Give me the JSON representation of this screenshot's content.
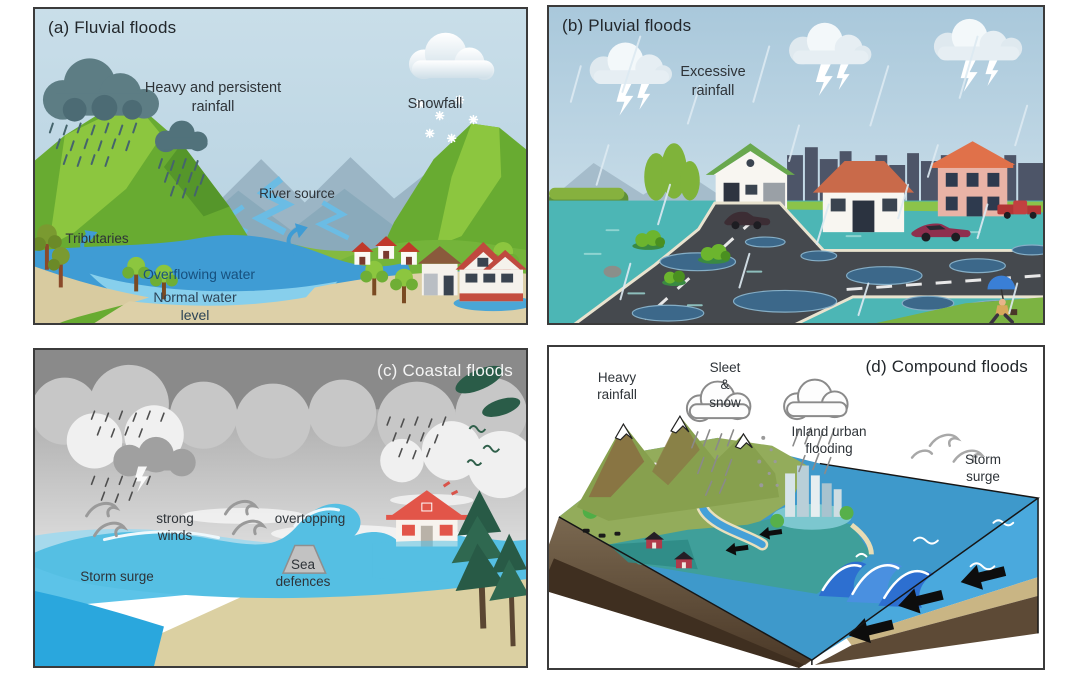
{
  "figure": {
    "type": "four-panel flood types illustration",
    "panels": [
      {
        "id": "a",
        "title": "(a) Fluvial floods",
        "labels": {
          "heavy_rainfall": "Heavy and persistent rainfall",
          "snowfall": "Snowfall",
          "river_source": "River source",
          "tributaries": "Tributaries",
          "overflowing_water": "Overflowing water",
          "normal_water_level": "Normal water level"
        }
      },
      {
        "id": "b",
        "title": "(b) Pluvial floods",
        "labels": {
          "excessive_rainfall": "Excessive rainfall"
        }
      },
      {
        "id": "c",
        "title": "(c) Coastal floods",
        "labels": {
          "strong_winds": "strong winds",
          "overtopping": "overtopping",
          "sea_defences": "Sea defences",
          "storm_surge": "Storm surge"
        }
      },
      {
        "id": "d",
        "title": "(d) Compound floods",
        "labels": {
          "heavy_rainfall": "Heavy rainfall",
          "sleet_snow": "Sleet & snow",
          "inland_urban_flooding": "Inland urban flooding",
          "storm_surge": "Storm surge"
        }
      }
    ],
    "colors": {
      "sky_blue": "#c8dde8",
      "cloud_slate": "#5d7d84",
      "river_blue": "#3f9cd4",
      "normal_level_blue": "#87cfec",
      "sand": "#d8cba0",
      "grass_green": "#7cb342",
      "hill_green": "#68ab31",
      "flood_teal": "#4cb6b5",
      "road_gray": "#45494e",
      "roof_red": "#c0493f",
      "storm_gray": "#8f8f8f",
      "wave_blue": "#55bfe3",
      "ocean_blue": "#3e99cb",
      "earth_brown": "#5d4a36",
      "umbrella_blue": "#3a7fd6",
      "arrow_black": "#111111"
    }
  }
}
